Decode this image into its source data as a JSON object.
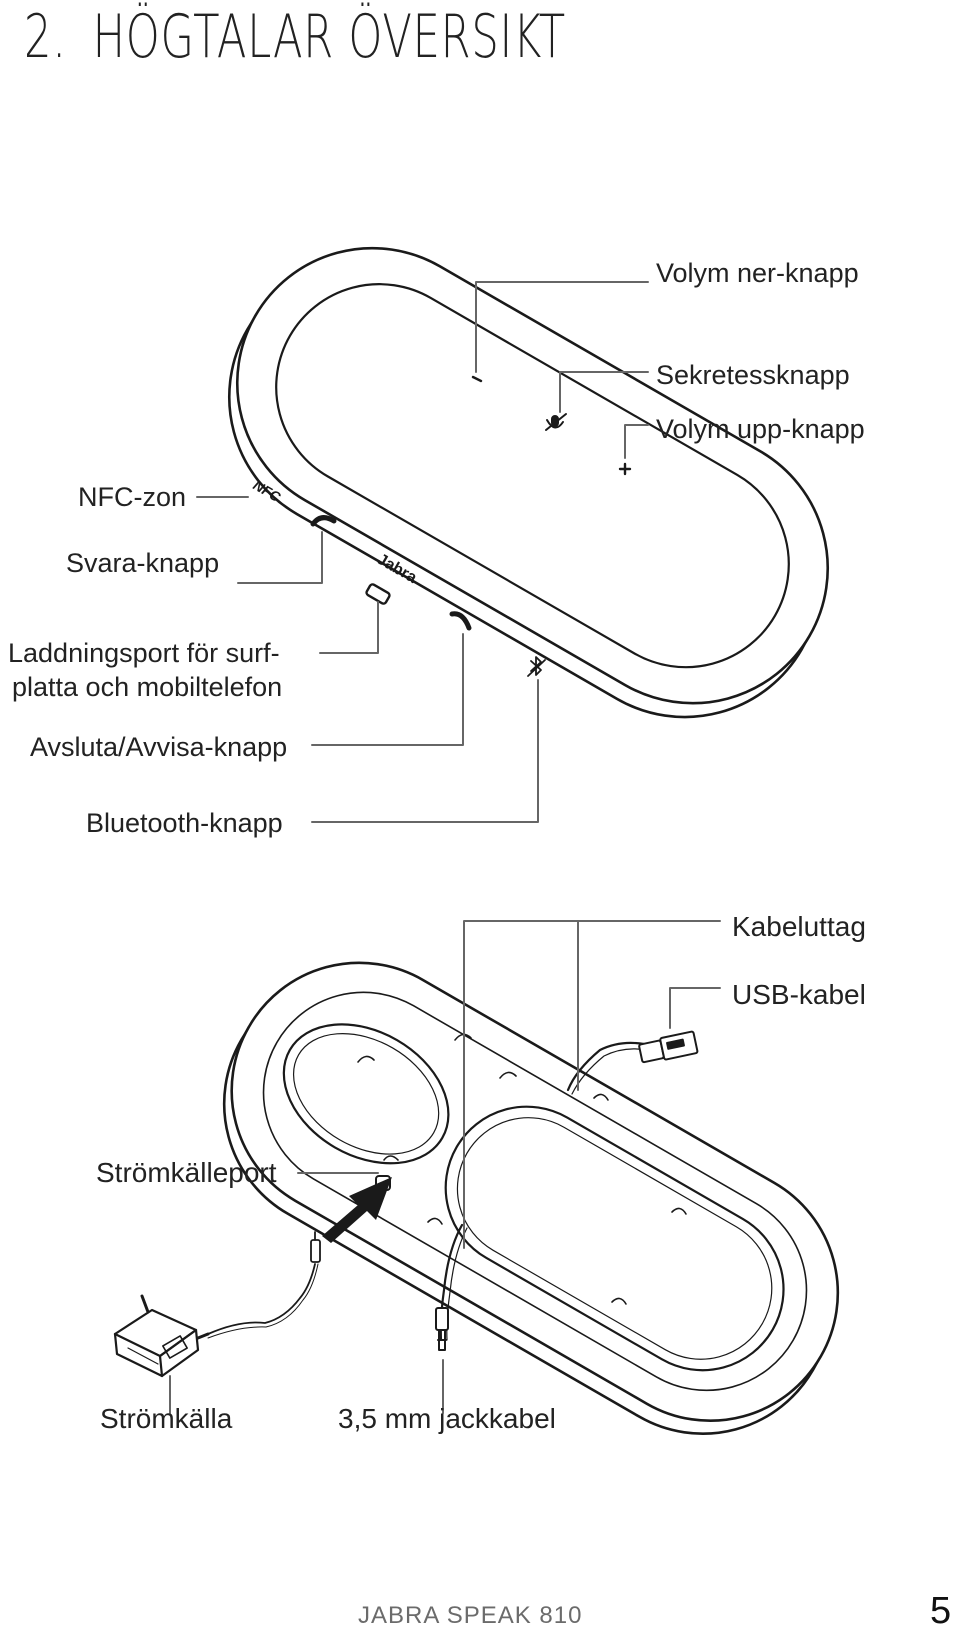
{
  "header": {
    "section_number": "2.",
    "title": "HÖGTALAR ÖVERSIKT"
  },
  "speaker_top": {
    "brand_print": "Jabra",
    "nfc_print": "NFC",
    "labels": {
      "volume_down": "Volym ner-knapp",
      "privacy": "Sekretessknapp",
      "volume_up": "Volym upp-knapp",
      "nfc_zone": "NFC-zon",
      "answer": "Svara-knapp",
      "charging_port_line1": "Laddningsport för surf-",
      "charging_port_line2": "platta och mobiltelefon",
      "end_reject": "Avsluta/Avvisa-knapp",
      "bluetooth": "Bluetooth-knapp"
    }
  },
  "speaker_bottom": {
    "labels": {
      "cable_outlet": "Kabeluttag",
      "usb_cable": "USB-kabel",
      "power_port": "Strömkälleport",
      "power_supply": "Strömkälla",
      "jack_cable": "3,5 mm jackkabel"
    }
  },
  "footer": {
    "product": "JABRA SPEAK 810",
    "page_number": "5"
  }
}
